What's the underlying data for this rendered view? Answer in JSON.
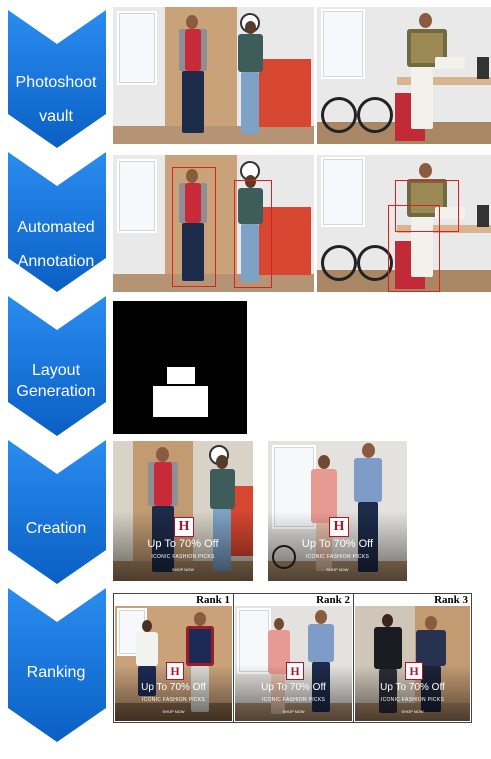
{
  "stages": [
    {
      "id": "photoshoot",
      "lines": [
        "Photoshoot",
        "vault"
      ]
    },
    {
      "id": "annotation",
      "lines": [
        "Automated",
        "Annotation"
      ]
    },
    {
      "id": "layout",
      "lines": [
        "Layout",
        "Generation"
      ]
    },
    {
      "id": "creation",
      "lines": [
        "Creation"
      ]
    },
    {
      "id": "ranking",
      "lines": [
        "Ranking"
      ]
    }
  ],
  "colors": {
    "chevron_top": "#1f86e6",
    "chevron_bottom": "#0b63c9",
    "bbox": "#e0201f",
    "brand": "#b5122c"
  },
  "ad": {
    "logo": "H",
    "headline": "Up To 70% Off",
    "subline": "ICONIC FASHION PICKS",
    "cta": "SHOP NOW"
  },
  "ranking": {
    "labels": [
      "Rank 1",
      "Rank 2",
      "Rank 3"
    ]
  }
}
